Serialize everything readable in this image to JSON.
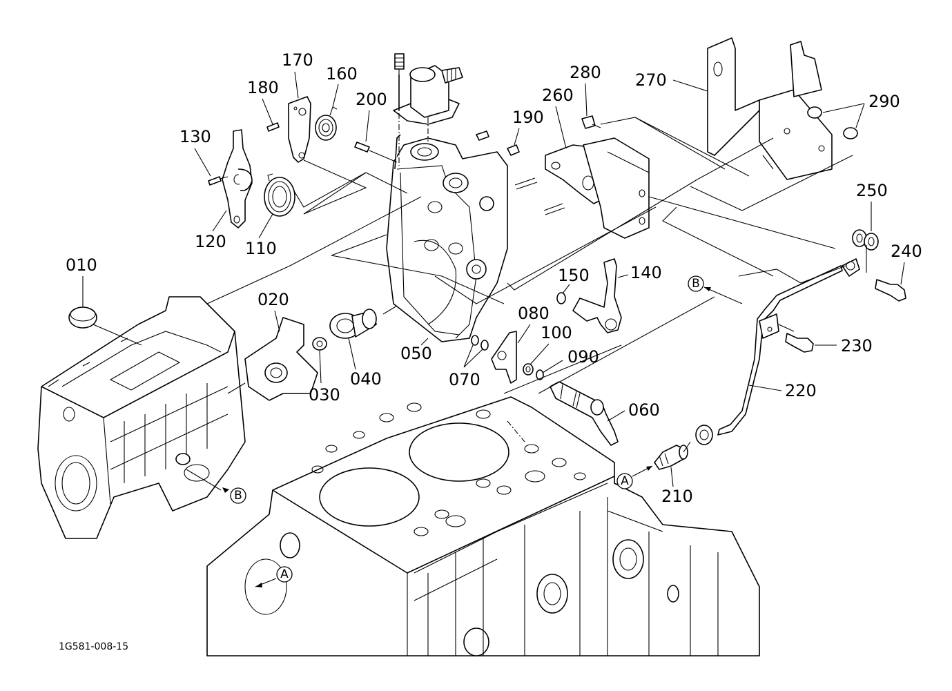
{
  "diagram": {
    "type": "exploded-parts-diagram",
    "drawing_number": "1G581-008-15",
    "colors": {
      "line": "#000000",
      "background": "#ffffff"
    },
    "callouts": [
      {
        "id": "010",
        "label": "010"
      },
      {
        "id": "020",
        "label": "020"
      },
      {
        "id": "030",
        "label": "030"
      },
      {
        "id": "040",
        "label": "040"
      },
      {
        "id": "050",
        "label": "050"
      },
      {
        "id": "060",
        "label": "060"
      },
      {
        "id": "070",
        "label": "070"
      },
      {
        "id": "080",
        "label": "080"
      },
      {
        "id": "090",
        "label": "090"
      },
      {
        "id": "100",
        "label": "100"
      },
      {
        "id": "110",
        "label": "110"
      },
      {
        "id": "120",
        "label": "120"
      },
      {
        "id": "130",
        "label": "130"
      },
      {
        "id": "140",
        "label": "140"
      },
      {
        "id": "150",
        "label": "150"
      },
      {
        "id": "160",
        "label": "160"
      },
      {
        "id": "170",
        "label": "170"
      },
      {
        "id": "180",
        "label": "180"
      },
      {
        "id": "190",
        "label": "190"
      },
      {
        "id": "200",
        "label": "200"
      },
      {
        "id": "210",
        "label": "210"
      },
      {
        "id": "220",
        "label": "220"
      },
      {
        "id": "230",
        "label": "230"
      },
      {
        "id": "240",
        "label": "240"
      },
      {
        "id": "250",
        "label": "250"
      },
      {
        "id": "260",
        "label": "260"
      },
      {
        "id": "270",
        "label": "270"
      },
      {
        "id": "280",
        "label": "280"
      },
      {
        "id": "290",
        "label": "290"
      }
    ],
    "reference_markers": [
      {
        "id": "A-top",
        "label": "A"
      },
      {
        "id": "A-bottom",
        "label": "A"
      },
      {
        "id": "B-top",
        "label": "B"
      },
      {
        "id": "B-left",
        "label": "B"
      }
    ]
  }
}
